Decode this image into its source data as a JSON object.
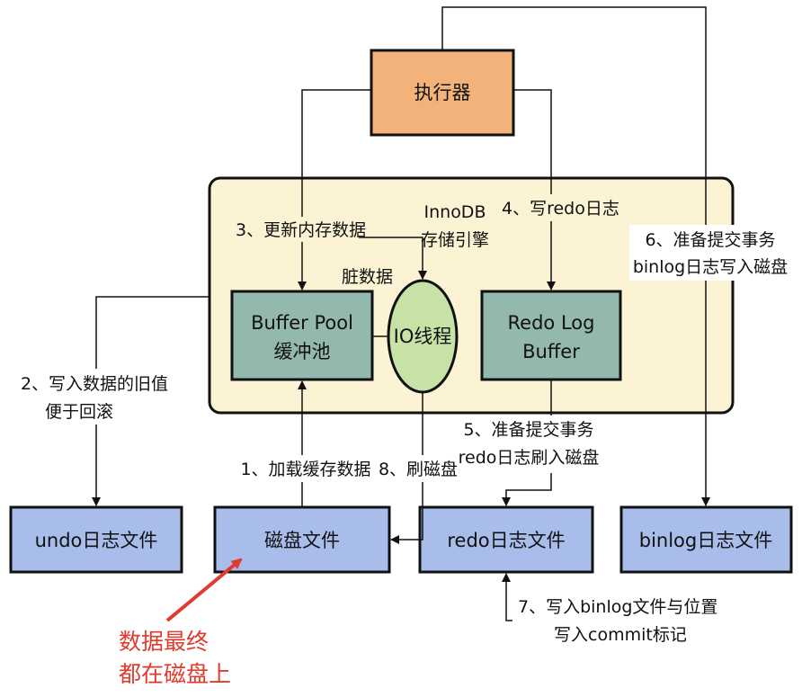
{
  "nodes": {
    "executor": "执行器",
    "innodb_line1": "InnoDB",
    "innodb_line2": "存储引擎",
    "buffer_pool_line1": "Buffer Pool",
    "buffer_pool_line2": "缓冲池",
    "io_thread": "IO线程",
    "redo_buffer_line1": "Redo Log",
    "redo_buffer_line2": "Buffer",
    "undo_file": "undo日志文件",
    "disk_file": "磁盘文件",
    "redo_file": "redo日志文件",
    "binlog_file": "binlog日志文件"
  },
  "labels": {
    "step1": "1、加载缓存数据",
    "step2_line1": "2、写入数据的旧值",
    "step2_line2": "便于回滚",
    "step3": "3、更新内存数据",
    "dirty_data": "脏数据",
    "step4": "4、写redo日志",
    "step5_line1": "5、准备提交事务",
    "step5_line2": "redo日志刷入磁盘",
    "step6_line1": "6、准备提交事务",
    "step6_line2": "binlog日志写入磁盘",
    "step7_line1": "7、写入binlog文件与位置",
    "step7_line2": "写入commit标记",
    "step8": "8、刷磁盘"
  },
  "annotation": {
    "line1": "数据最终",
    "line2": "都在磁盘上"
  },
  "colors": {
    "executor_fill": "#f2b27a",
    "engine_fill": "#fbf3d4",
    "buffer_fill": "#93b8ad",
    "io_fill": "#c6e2a6",
    "file_fill": "#a9bdea",
    "annotation_red": "#e23a2c"
  }
}
